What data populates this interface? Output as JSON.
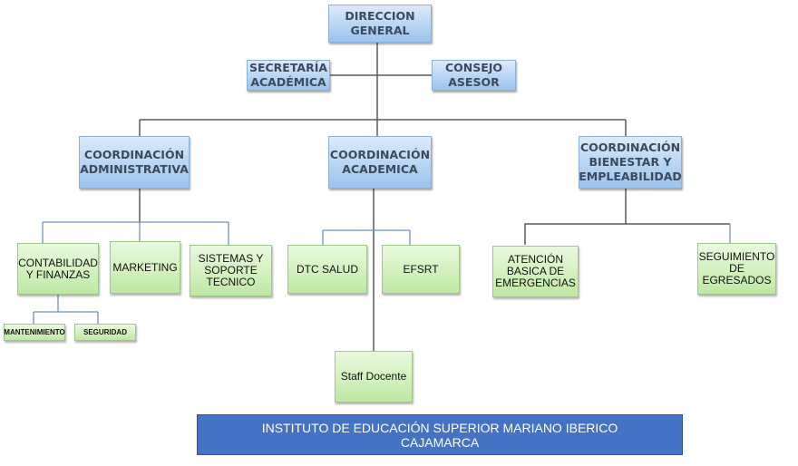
{
  "org_chart": {
    "top": {
      "label": "DIRECCION\nGENERAL"
    },
    "advisors": [
      {
        "label": "SECRETARÍA\nACADÉMICA"
      },
      {
        "label": "CONSEJO\nASESOR"
      }
    ],
    "coordinations": [
      {
        "label": "COORDINACIÓN\nADMINISTRATIVA",
        "units": [
          {
            "label": "CONTABILIDAD\nY FINANZAS",
            "subunits": [
              {
                "label": "MANTENIMIENTO"
              },
              {
                "label": "SEGURIDAD"
              }
            ]
          },
          {
            "label": "MARKETING"
          },
          {
            "label": "SISTEMAS Y\nSOPORTE\nTECNICO"
          }
        ]
      },
      {
        "label": "COORDINACIÓN\nACADEMICA",
        "units": [
          {
            "label": "DTC SALUD"
          },
          {
            "label": "EFSRT"
          },
          {
            "label": "Staff Docente"
          }
        ]
      },
      {
        "label": "COORDINACIÓN\nBIENESTAR Y\nEMPLEABILIDAD",
        "units": [
          {
            "label": "ATENCIÓN\nBASICA DE\nEMERGENCIAS"
          },
          {
            "label": "SEGUIMIENTO\nDE\nEGRESADOS"
          }
        ]
      }
    ]
  },
  "banner": {
    "line1": "INSTITUTO DE EDUCACIÓN SUPERIOR MARIANO IBERICO",
    "line2": "CAJAMARCA"
  },
  "colors": {
    "blue_box": "#b7d5f4",
    "green_box": "#d3f1bf",
    "banner": "#4472c4",
    "connector_dark": "#555555",
    "connector_blue": "#6f8fbf"
  }
}
